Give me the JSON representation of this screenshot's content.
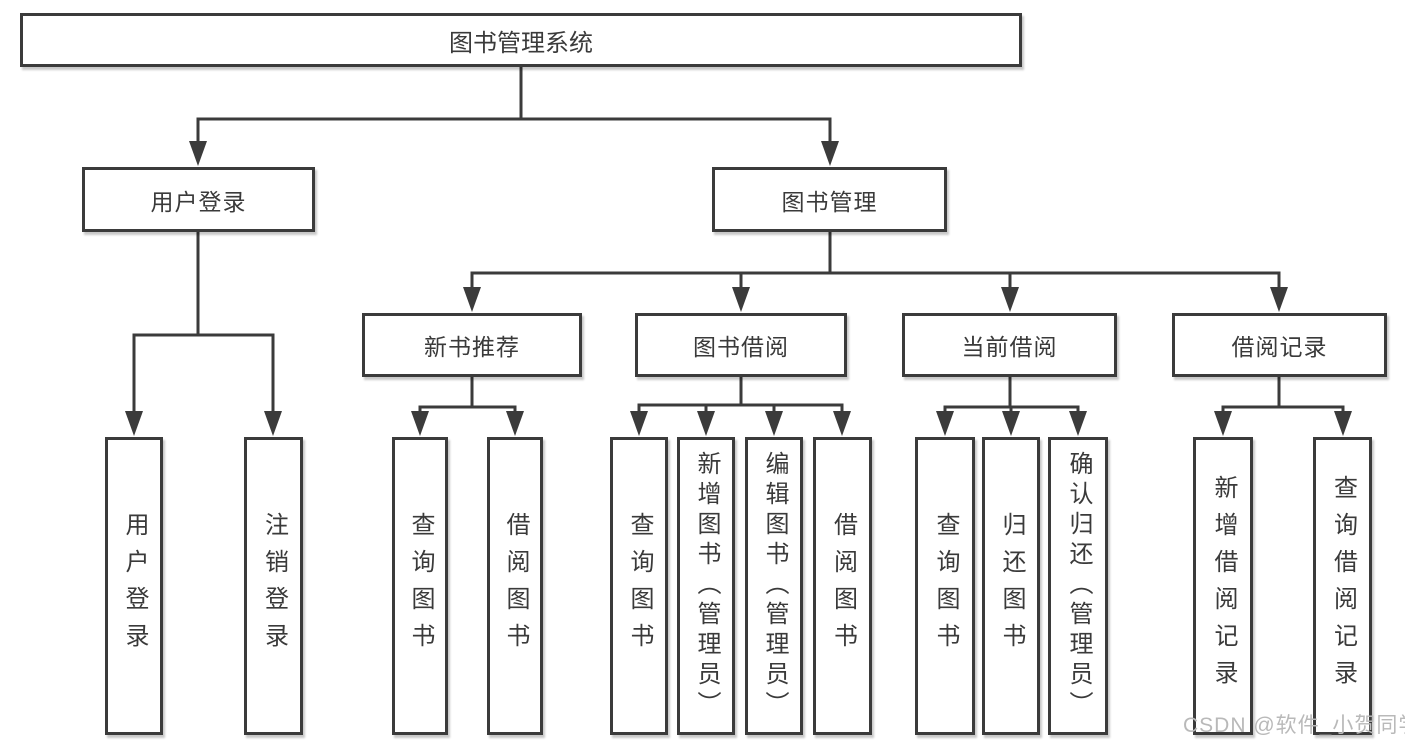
{
  "tree": {
    "root": {
      "label": "图书管理系统"
    },
    "branches": [
      {
        "label": "用户登录",
        "children": [
          {
            "label": "用户登录"
          },
          {
            "label": "注销登录"
          }
        ]
      },
      {
        "label": "图书管理",
        "children": [
          {
            "label": "新书推荐",
            "children": [
              {
                "label": "查询图书"
              },
              {
                "label": "借阅图书"
              }
            ]
          },
          {
            "label": "图书借阅",
            "children": [
              {
                "label": "查询图书"
              },
              {
                "label": "新增图书（管理员）"
              },
              {
                "label": "编辑图书（管理员）"
              },
              {
                "label": "借阅图书"
              }
            ]
          },
          {
            "label": "当前借阅",
            "children": [
              {
                "label": "查询图书"
              },
              {
                "label": "归还图书"
              },
              {
                "label": "确认归还（管理员）"
              }
            ]
          },
          {
            "label": "借阅记录",
            "children": [
              {
                "label": "新增借阅记录"
              },
              {
                "label": "查询借阅记录"
              }
            ]
          }
        ]
      }
    ]
  },
  "watermark": "CSDN @软件_小贺同学",
  "colors": {
    "line": "#3b3b3b",
    "box_border": "#3b3b3b",
    "text": "#3a3a3a",
    "watermark": "#b9b9b9",
    "background": "#ffffff"
  }
}
